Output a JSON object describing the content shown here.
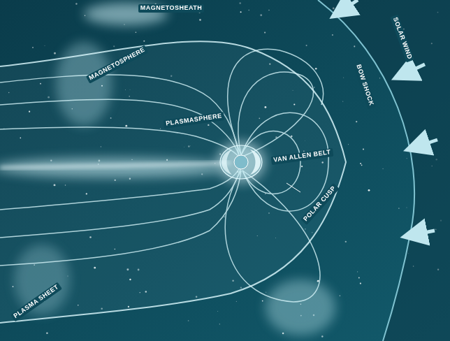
{
  "diagram": {
    "labels": [
      "MAGNETOSHEATH",
      "MAGNETOSPHERE",
      "BOW SHOCK",
      "SOLAR WIND",
      "PLASMASPHERE",
      "VAN ALLEN BELT",
      "POLAR CUSP",
      "PLASMA SHEET"
    ]
  }
}
